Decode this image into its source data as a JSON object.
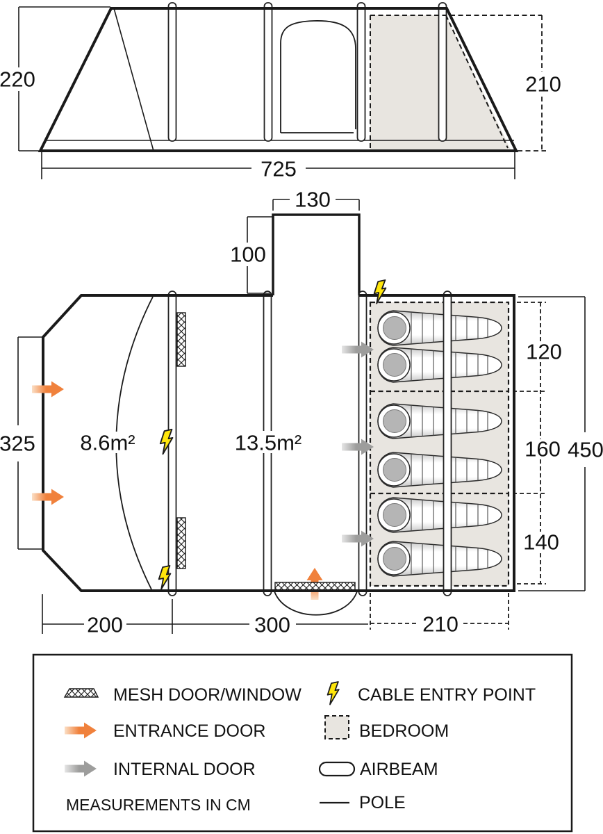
{
  "side_view": {
    "height_left": "220",
    "height_right": "210",
    "total_width": "725"
  },
  "floor_plan": {
    "porch_width": "130",
    "porch_depth": "100",
    "front_width": "325",
    "front_area": "8.6m²",
    "living_area": "13.5m²",
    "bed_section_top": "120",
    "bed_section_mid": "160",
    "bed_section_bottom": "140",
    "bedroom_length": "450",
    "front_length": "200",
    "living_length": "300",
    "bedroom_width": "210"
  },
  "legend": {
    "mesh_label": "MESH DOOR/WINDOW",
    "cable_label": "CABLE ENTRY POINT",
    "entrance_label": "ENTRANCE DOOR",
    "bedroom_label": "BEDROOM",
    "internal_label": "INTERNAL DOOR",
    "airbeam_label": "AIRBEAM",
    "pole_label": "POLE",
    "units_note": "MEASUREMENTS IN CM"
  },
  "colors": {
    "line": "#1a1a1a",
    "entrance_orange": "#f0813c",
    "entrance_orange_light": "#fbdfc6",
    "internal_gray": "#9d9d9c",
    "internal_gray_light": "#e6e6e6",
    "bedroom_fill": "#e8e5e0",
    "cable_yellow": "#ffe60a",
    "bag_head_gray": "#b5b5b5"
  }
}
